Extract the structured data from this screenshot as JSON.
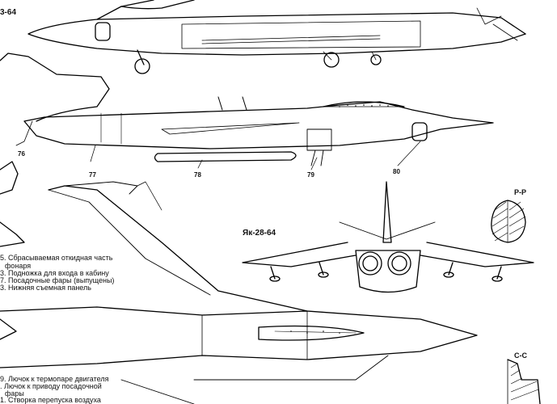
{
  "top_left_title": "3-64",
  "center_title": "Як-28-64",
  "section_labels": {
    "pp": "Р-Р",
    "cc": "С-С"
  },
  "callouts": {
    "n76": "76",
    "n77": "77",
    "n78": "78",
    "n79": "79",
    "n80": "80"
  },
  "legend_upper": [
    "5. Сбрасываемая откидная часть",
    "фонаря",
    "3. Подножка для входа в кабину",
    "7. Посадочные фары (выпущены)",
    "3. Нижняя съемная панель"
  ],
  "legend_lower": [
    "9. Лючок к термопаре двигателя",
    ". Лючок к приводу посадочной",
    "фары",
    "1. Створка перепуска воздуха"
  ]
}
